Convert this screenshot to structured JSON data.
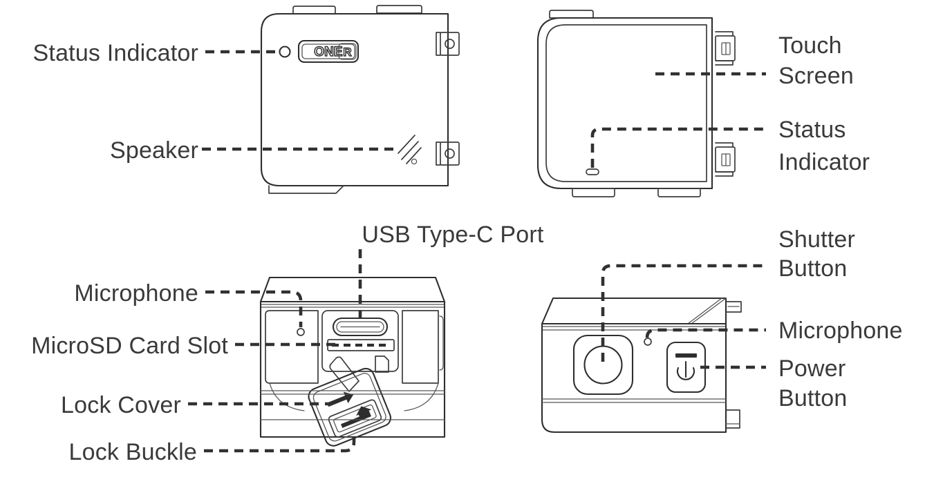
{
  "document": {
    "title": "Camera Parts Identification Diagram",
    "subject": "Action camera exploded parts callout diagram",
    "background_color": "#ffffff",
    "line_color": "#2e2e2e",
    "text_color": "#3a3a3a",
    "leader_color": "#313131"
  },
  "views": [
    {
      "id": "view-front-left",
      "name": "front-left-side-view",
      "position": "top-left",
      "description": "Camera body side showing status indicator, ONE R branding badge and speaker grille"
    },
    {
      "id": "view-touchscreen",
      "name": "touch-screen-rear-view",
      "position": "top-right",
      "description": "Rear view showing the touch screen panel and status indicator LED"
    },
    {
      "id": "view-port-side",
      "name": "port-side-view",
      "position": "bottom-left",
      "description": "Port side showing microphone, USB Type-C port, microSD card slot, lock cover and lock buckle"
    },
    {
      "id": "view-button-top",
      "name": "button-top-view",
      "position": "bottom-right",
      "description": "Top view showing shutter button, microphone and power button"
    }
  ],
  "badge": {
    "text": "ONE R",
    "part_one": "ONE",
    "part_two": "R"
  },
  "labels": {
    "status_indicator_left": "Status Indicator",
    "speaker": "Speaker",
    "touch_screen_line1": "Touch",
    "touch_screen_line2": "Screen",
    "status_indicator_right_line1": "Status",
    "status_indicator_right_line2": "Indicator",
    "usb_type_c_port": "USB Type-C Port",
    "microphone_left": "Microphone",
    "microsd_card_slot": "MicroSD Card Slot",
    "lock_cover": "Lock Cover",
    "lock_buckle": "Lock Buckle",
    "shutter_button_line1": "Shutter",
    "shutter_button_line2": "Button",
    "microphone_right": "Microphone",
    "power_button_line1": "Power",
    "power_button_line2": "Button"
  },
  "callouts": [
    {
      "key": "status_indicator_left",
      "text": "Status Indicator",
      "view": "view-front-left",
      "side": "left",
      "target": "status-indicator-led"
    },
    {
      "key": "speaker",
      "text": "Speaker",
      "view": "view-front-left",
      "side": "left",
      "target": "speaker-grille"
    },
    {
      "key": "touch_screen",
      "text": "Touch Screen",
      "view": "view-touchscreen",
      "side": "right",
      "target": "touch-screen-panel"
    },
    {
      "key": "status_indicator_right",
      "text": "Status Indicator",
      "view": "view-touchscreen",
      "side": "right",
      "target": "status-indicator-led-rear"
    },
    {
      "key": "usb_type_c_port",
      "text": "USB Type-C Port",
      "view": "view-port-side",
      "side": "top",
      "target": "usb-c-port"
    },
    {
      "key": "microphone_left",
      "text": "Microphone",
      "view": "view-port-side",
      "side": "left",
      "target": "microphone-pinhole"
    },
    {
      "key": "microsd_card_slot",
      "text": "MicroSD Card Slot",
      "view": "view-port-side",
      "side": "left",
      "target": "microsd-slot"
    },
    {
      "key": "lock_cover",
      "text": "Lock Cover",
      "view": "view-port-side",
      "side": "left",
      "target": "lock-cover-flap"
    },
    {
      "key": "lock_buckle",
      "text": "Lock Buckle",
      "view": "view-port-side",
      "side": "left",
      "target": "lock-buckle-latch"
    },
    {
      "key": "shutter_button",
      "text": "Shutter Button",
      "view": "view-button-top",
      "side": "right",
      "target": "shutter-button-control"
    },
    {
      "key": "microphone_right",
      "text": "Microphone",
      "view": "view-button-top",
      "side": "right",
      "target": "microphone-pinhole-top"
    },
    {
      "key": "power_button",
      "text": "Power Button",
      "view": "view-button-top",
      "side": "right",
      "target": "power-button-control"
    }
  ]
}
